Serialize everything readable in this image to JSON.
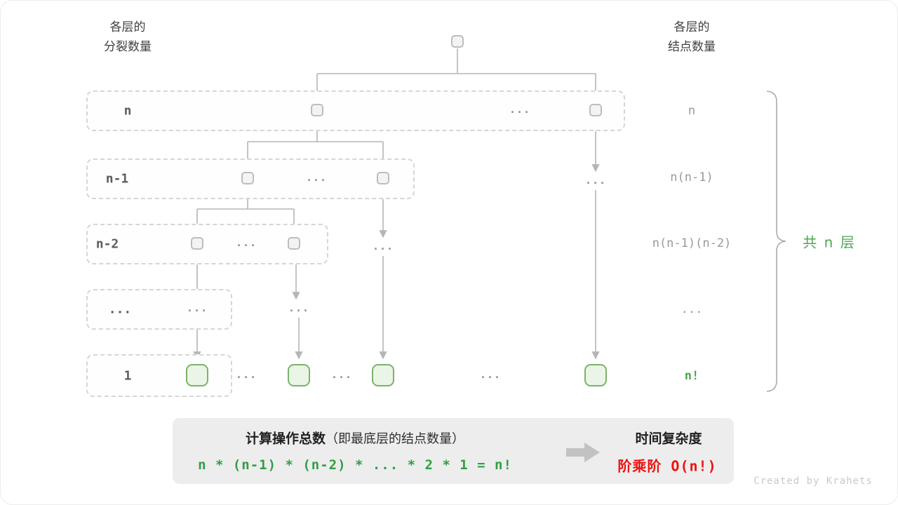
{
  "header": {
    "left_label": [
      "各层的",
      "分裂数量"
    ],
    "right_label": [
      "各层的",
      "结点数量"
    ]
  },
  "tree": {
    "split_labels": [
      "n",
      "n-1",
      "n-2",
      "...",
      "1"
    ],
    "count_labels": [
      "n",
      "n(n-1)",
      "n(n-1)(n-2)",
      "...",
      "n!"
    ],
    "ellipsis": "..."
  },
  "brace": {
    "label": "共 n 层"
  },
  "summary": {
    "title": "计算操作总数",
    "note": "（即最底层的结点数量）",
    "formula": "n * (n-1) * (n-2) * ... * 2 * 1 = n!",
    "result_title": "时间复杂度",
    "result_value": "阶乘阶 O(n!)"
  },
  "watermark": "Created by Krahets",
  "colors": {
    "green": "#4ea652",
    "formula_green": "#2f9e44",
    "red": "#ee1111",
    "line_gray": "#b6b6b6",
    "node_green_border": "#7ab368",
    "node_green_fill": "#ebf5e7",
    "summary_bg": "#ededed"
  }
}
